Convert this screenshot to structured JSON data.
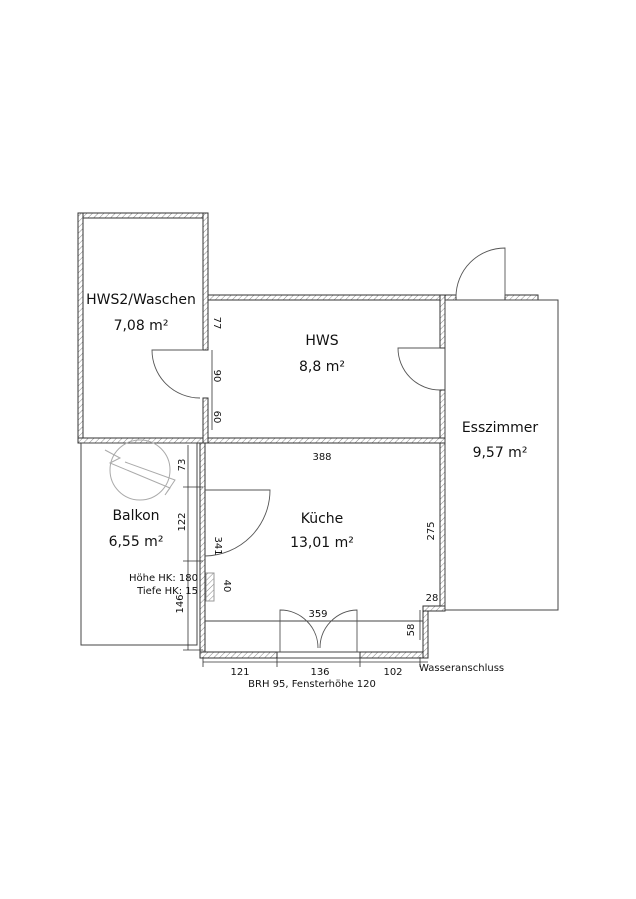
{
  "rooms": {
    "hws2": {
      "name": "HWS2/Waschen",
      "area": "7,08 m²"
    },
    "hws": {
      "name": "HWS",
      "area": "8,8 m²"
    },
    "esszimmer": {
      "name": "Esszimmer",
      "area": "9,57 m²"
    },
    "balkon": {
      "name": "Balkon",
      "area": "6,55 m²"
    },
    "kueche": {
      "name": "Küche",
      "area": "13,01 m²"
    }
  },
  "dimensions": {
    "hws_wall_top": "77",
    "hws_door": "90",
    "hws_wall_bottom": "60",
    "kueche_width": "388",
    "balkon_73": "73",
    "balkon_122": "122",
    "balkon_146": "146",
    "kueche_341": "341",
    "heater_40": "40",
    "kueche_275": "275",
    "kueche_359": "359",
    "notch_28": "28",
    "notch_58": "58",
    "bottom_121": "121",
    "bottom_136": "136",
    "bottom_102": "102"
  },
  "notes": {
    "heater_height": "Höhe HK: 180",
    "heater_depth": "Tiefe HK: 15",
    "window": "BRH 95, Fensterhöhe 120",
    "water": "Wasseranschluss"
  }
}
